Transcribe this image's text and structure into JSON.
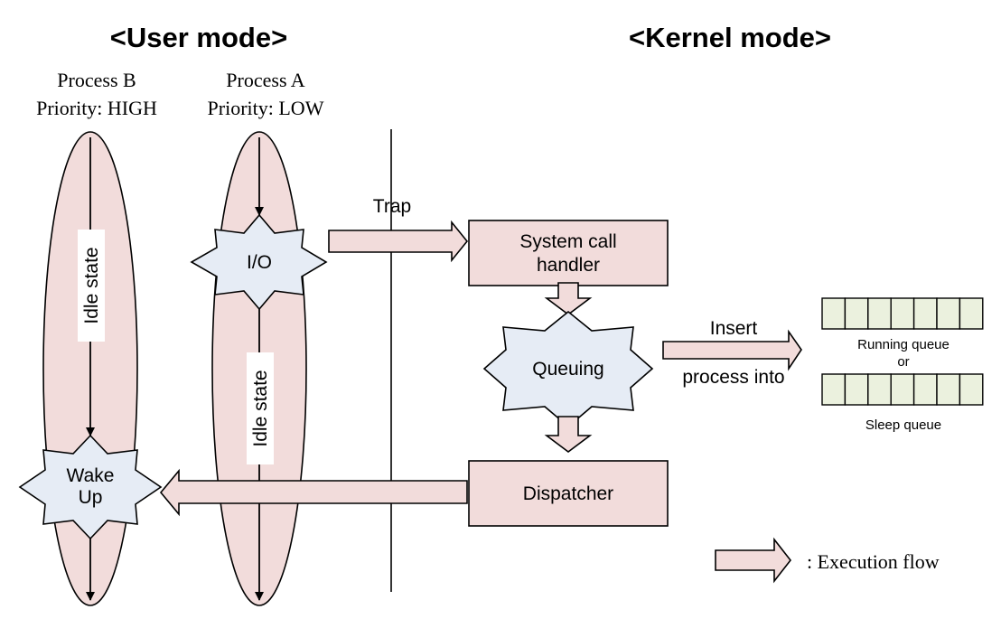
{
  "titles": {
    "user_mode": "<User mode>",
    "kernel_mode": "<Kernel mode>"
  },
  "processes": [
    {
      "name": "Process B",
      "priority": "Priority: HIGH",
      "idle_label": "Idle state"
    },
    {
      "name": "Process A",
      "priority": "Priority: LOW",
      "idle_label": "Idle state"
    }
  ],
  "events": {
    "io": "I/O",
    "wake_line1": "Wake",
    "wake_line2": "Up"
  },
  "kernel": {
    "trap_label": "Trap",
    "syscall_line1": "System call",
    "syscall_line2": "handler",
    "queuing": "Queuing",
    "dispatcher": "Dispatcher",
    "insert_label": "Insert",
    "process_into_label": "process into"
  },
  "queues": {
    "running": "Running queue",
    "or": "or",
    "sleep": "Sleep queue",
    "cells_per_queue": 7
  },
  "legend": {
    "label": ": Execution flow"
  },
  "colors": {
    "flow_fill": "#f2dcdb",
    "burst_fill": "#e6ecf5",
    "queue_fill": "#ebf1de"
  }
}
